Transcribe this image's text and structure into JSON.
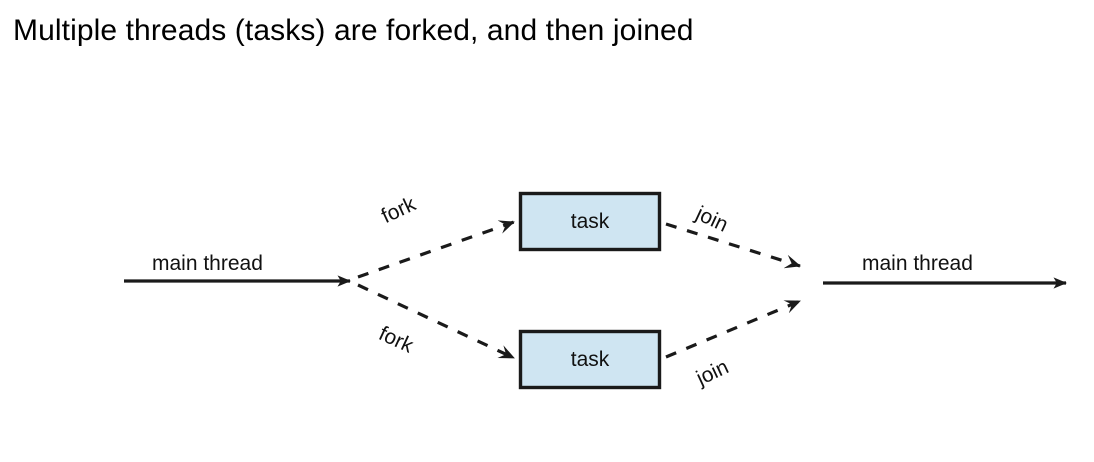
{
  "title": "Multiple threads (tasks) are forked, and then joined",
  "colors": {
    "task_fill": "#cfe5f2",
    "stroke": "#1a1a1a",
    "text": "#111111",
    "background": "#ffffff"
  },
  "diagram": {
    "type": "fork-join-flow",
    "main_thread_left": {
      "label": "main thread"
    },
    "main_thread_right": {
      "label": "main thread"
    },
    "branches": [
      {
        "id": "upper",
        "fork_label": "fork",
        "task_label": "task",
        "join_label": "join"
      },
      {
        "id": "lower",
        "fork_label": "fork",
        "task_label": "task",
        "join_label": "join"
      }
    ]
  }
}
